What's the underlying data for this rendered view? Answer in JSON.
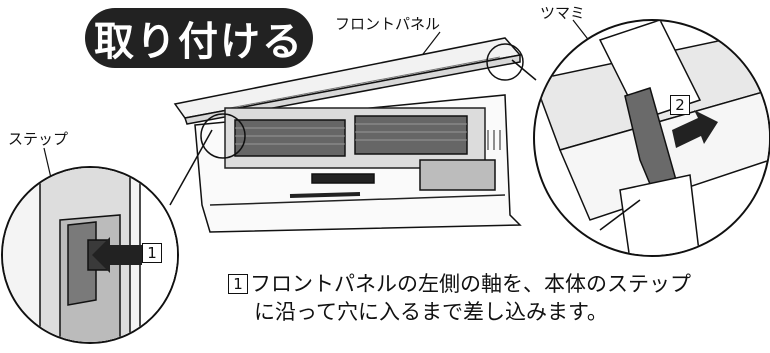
{
  "title": "取り付ける",
  "labels": {
    "front_panel": "フロントパネル",
    "knob": "ツマミ",
    "step": "ステップ"
  },
  "step_badges": {
    "left": "1",
    "right": "2"
  },
  "instruction": {
    "number": "1",
    "line1": "フロントパネルの左側の軸を、本体のステップ",
    "line2": "に沿って穴に入るまで差し込みます。"
  },
  "colors": {
    "title_bg": "#222222",
    "title_fg": "#ffffff",
    "knob_fill": "#6a6a6a",
    "unit_panel": "#bcbcbc"
  }
}
